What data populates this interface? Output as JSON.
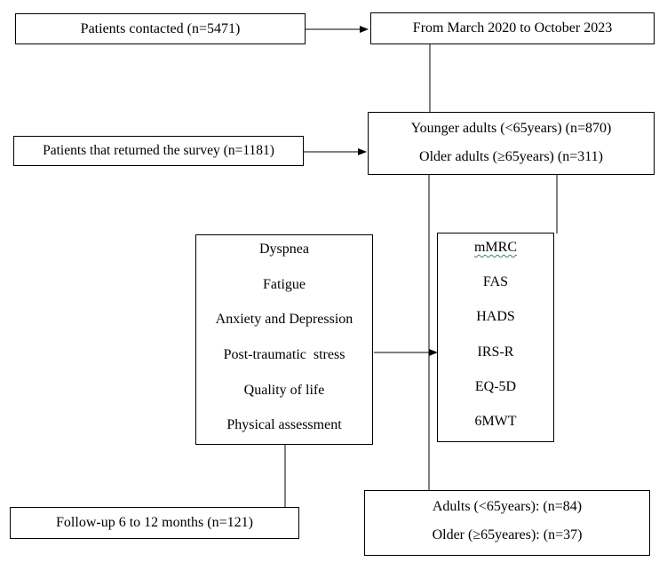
{
  "boxes": {
    "patients_contacted": "Patients contacted (n=5471)",
    "date_range": "From March 2020 to October 2023",
    "returned_survey": "Patients that returned the survey (n=1181)",
    "age_groups": {
      "younger": "Younger adults (<65years) (n=870)",
      "older": "Older adults (≥65years) (n=311)"
    },
    "domains": [
      "Dyspnea",
      "Fatigue",
      "Anxiety and Depression",
      "Post-traumatic  stress",
      "Quality of life",
      "Physical assessment"
    ],
    "instruments": [
      "mMRC",
      "FAS",
      "HADS",
      "IRS-R",
      "EQ-5D",
      "6MWT"
    ],
    "follow_up": "Follow-up 6 to 12 months (n=121)",
    "follow_up_groups": {
      "adults": "Adults (<65years): (n=84)",
      "older": "Older (≥65yeares): (n=37)"
    }
  }
}
